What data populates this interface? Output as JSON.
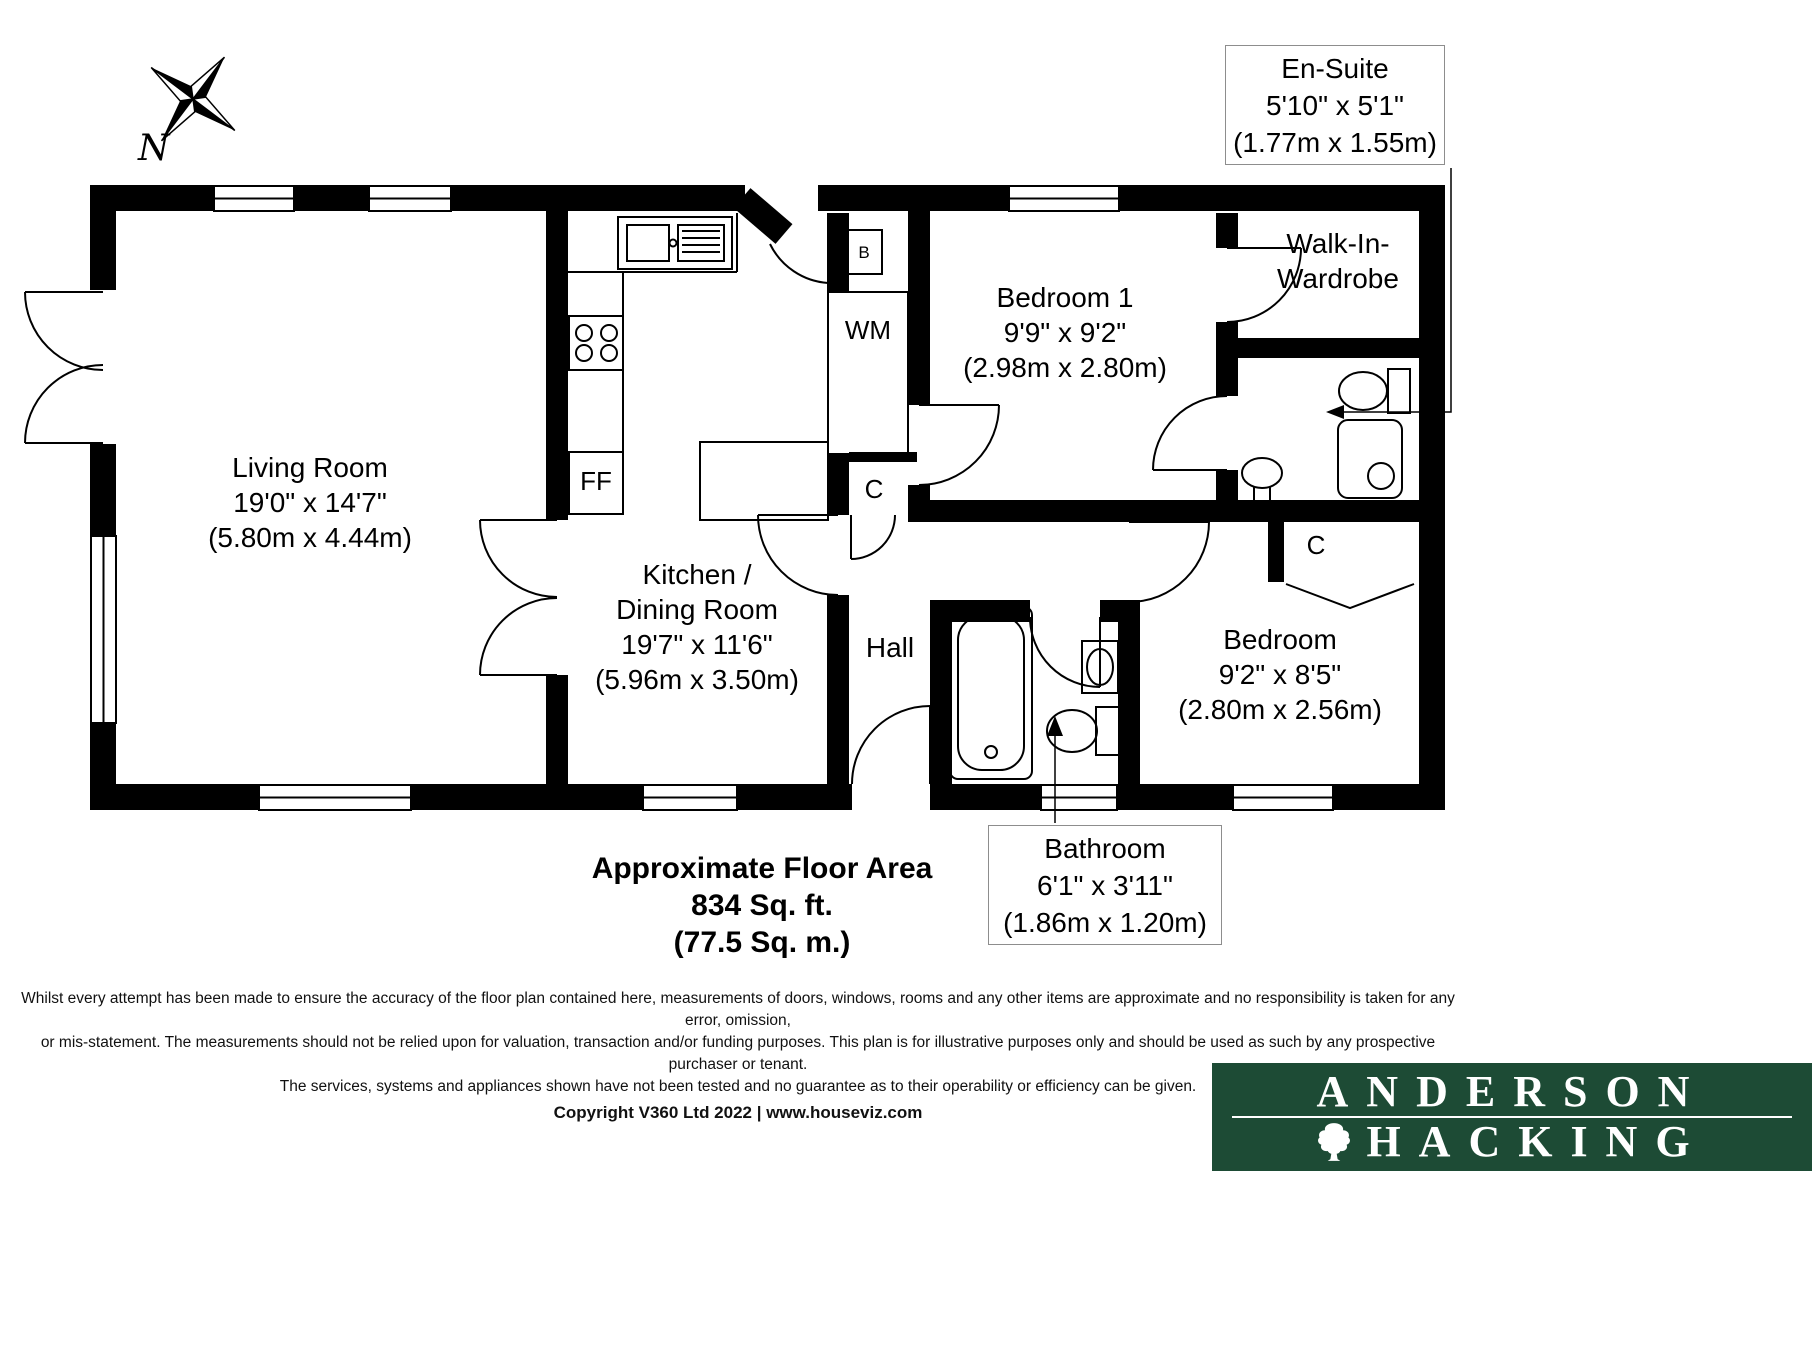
{
  "compass": {
    "north_label": "N"
  },
  "rooms": {
    "living_room": {
      "name": "Living Room",
      "imperial": "19'0\" x 14'7\"",
      "metric": "(5.80m x 4.44m)"
    },
    "kitchen": {
      "name_line1": "Kitchen /",
      "name_line2": "Dining Room",
      "imperial": "19'7\" x 11'6\"",
      "metric": "(5.96m x 3.50m)"
    },
    "hall": {
      "name": "Hall"
    },
    "bedroom1": {
      "name": "Bedroom 1",
      "imperial": "9'9\" x 9'2\"",
      "metric": "(2.98m x 2.80m)"
    },
    "wardrobe": {
      "name_line1": "Walk-In-",
      "name_line2": "Wardrobe"
    },
    "bedroom2": {
      "name": "Bedroom",
      "imperial": "9'2\" x 8'5\"",
      "metric": "(2.80m x 2.56m)"
    }
  },
  "callouts": {
    "ensuite": {
      "name": "En-Suite",
      "imperial": "5'10\" x 5'1\"",
      "metric": "(1.77m x 1.55m)"
    },
    "bathroom": {
      "name": "Bathroom",
      "imperial": "6'1\" x 3'11\"",
      "metric": "(1.86m x 1.20m)"
    }
  },
  "appliances": {
    "boiler": "B",
    "washing_machine": "WM",
    "fridge_freezer": "FF",
    "cupboard_hall": "C",
    "cupboard_bedroom2": "C"
  },
  "area": {
    "title": "Approximate Floor Area",
    "sqft": "834 Sq. ft.",
    "sqm": "(77.5 Sq. m.)"
  },
  "disclaimer": {
    "line1": "Whilst every attempt has been made to ensure the accuracy of the floor plan contained here, measurements of doors, windows, rooms and any other items are approximate and no responsibility is taken for any error, omission,",
    "line2": "or mis-statement. The measurements should not be relied upon for valuation, transaction and/or funding purposes. This plan is for illustrative purposes only and should be used as such by any prospective purchaser or tenant.",
    "line3": "The services, systems and appliances shown have not been tested and no guarantee as to their operability or efficiency can be given.",
    "copyright": "Copyright V360 Ltd 2022 | www.houseviz.com"
  },
  "branding": {
    "line1": "ANDERSON",
    "line2": "HACKING",
    "bg_color": "#1d4b35",
    "text_color": "#ffffff"
  }
}
